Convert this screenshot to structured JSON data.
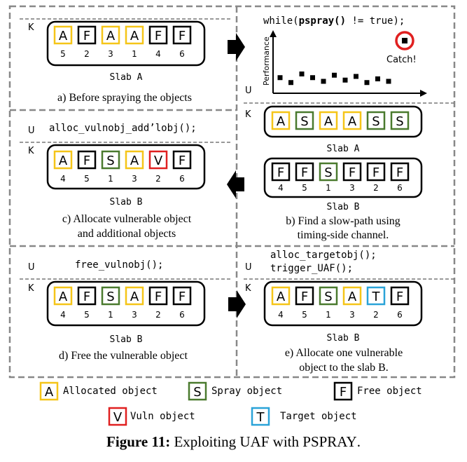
{
  "colors": {
    "allocated": "#f5c518",
    "spray": "#4a7a2e",
    "free": "#000000",
    "vuln": "#e02020",
    "target": "#2aa3d8",
    "dash": "#888888"
  },
  "labels": {
    "kernel": "K",
    "user": "U"
  },
  "panel_a": {
    "slab_label": "Slab A",
    "caption": "a) Before spraying the objects",
    "cells": [
      {
        "letter": "A",
        "kind": "allocated",
        "num": "5"
      },
      {
        "letter": "F",
        "kind": "free",
        "num": "2"
      },
      {
        "letter": "A",
        "kind": "allocated",
        "num": "3"
      },
      {
        "letter": "A",
        "kind": "allocated",
        "num": "1"
      },
      {
        "letter": "F",
        "kind": "free",
        "num": "4"
      },
      {
        "letter": "F",
        "kind": "free",
        "num": "6"
      }
    ]
  },
  "panel_b": {
    "code": "while(pspray() != true);",
    "y_axis_label": "Performance",
    "catch_label": "Catch!",
    "slab_a_label": "Slab A",
    "slab_b_label": "Slab B",
    "caption_line1": "b) Find a slow-path using",
    "caption_line2": "timing-side channel.",
    "scatter_points": [
      {
        "x": 1,
        "y": 0.55
      },
      {
        "x": 2,
        "y": 0.35
      },
      {
        "x": 3,
        "y": 0.7
      },
      {
        "x": 4,
        "y": 0.55
      },
      {
        "x": 5,
        "y": 0.4
      },
      {
        "x": 6,
        "y": 0.65
      },
      {
        "x": 7,
        "y": 0.45
      },
      {
        "x": 8,
        "y": 0.6
      },
      {
        "x": 9,
        "y": 0.35
      },
      {
        "x": 10,
        "y": 0.5
      },
      {
        "x": 11,
        "y": 0.4
      }
    ],
    "slab_a_cells": [
      {
        "letter": "A",
        "kind": "allocated",
        "num": ""
      },
      {
        "letter": "S",
        "kind": "spray",
        "num": ""
      },
      {
        "letter": "A",
        "kind": "allocated",
        "num": ""
      },
      {
        "letter": "A",
        "kind": "allocated",
        "num": ""
      },
      {
        "letter": "S",
        "kind": "spray",
        "num": ""
      },
      {
        "letter": "S",
        "kind": "spray",
        "num": ""
      }
    ],
    "slab_b_cells": [
      {
        "letter": "F",
        "kind": "free",
        "num": "4"
      },
      {
        "letter": "F",
        "kind": "free",
        "num": "5"
      },
      {
        "letter": "S",
        "kind": "spray",
        "num": "1"
      },
      {
        "letter": "F",
        "kind": "free",
        "num": "3"
      },
      {
        "letter": "F",
        "kind": "free",
        "num": "2"
      },
      {
        "letter": "F",
        "kind": "free",
        "num": "6"
      }
    ]
  },
  "panel_c": {
    "code": "alloc_vulnobj_add’lobj();",
    "slab_label": "Slab B",
    "caption_line1": "c) Allocate vulnerable object",
    "caption_line2": "and additional objects",
    "cells": [
      {
        "letter": "A",
        "kind": "allocated",
        "num": "4"
      },
      {
        "letter": "F",
        "kind": "free",
        "num": "5"
      },
      {
        "letter": "S",
        "kind": "spray",
        "num": "1"
      },
      {
        "letter": "A",
        "kind": "allocated",
        "num": "3"
      },
      {
        "letter": "V",
        "kind": "vuln",
        "num": "2"
      },
      {
        "letter": "F",
        "kind": "free",
        "num": "6"
      }
    ]
  },
  "panel_d": {
    "code": "free_vulnobj();",
    "slab_label": "Slab B",
    "caption": "d) Free the vulnerable object",
    "cells": [
      {
        "letter": "A",
        "kind": "allocated",
        "num": "4"
      },
      {
        "letter": "F",
        "kind": "free",
        "num": "5"
      },
      {
        "letter": "S",
        "kind": "spray",
        "num": "1"
      },
      {
        "letter": "A",
        "kind": "allocated",
        "num": "3"
      },
      {
        "letter": "F",
        "kind": "free",
        "num": "2"
      },
      {
        "letter": "F",
        "kind": "free",
        "num": "6"
      }
    ]
  },
  "panel_e": {
    "code_line1": "alloc_targetobj();",
    "code_line2": "trigger_UAF();",
    "slab_label": "Slab B",
    "caption_line1": "e) Allocate one vulnerable",
    "caption_line2": "object to the slab B.",
    "cells": [
      {
        "letter": "A",
        "kind": "allocated",
        "num": "4"
      },
      {
        "letter": "F",
        "kind": "free",
        "num": "5"
      },
      {
        "letter": "S",
        "kind": "spray",
        "num": "1"
      },
      {
        "letter": "A",
        "kind": "allocated",
        "num": "3"
      },
      {
        "letter": "T",
        "kind": "target",
        "num": "2"
      },
      {
        "letter": "F",
        "kind": "free",
        "num": "6"
      }
    ]
  },
  "legend": [
    {
      "letter": "A",
      "kind": "allocated",
      "label": "Allocated object"
    },
    {
      "letter": "S",
      "kind": "spray",
      "label": "Spray object"
    },
    {
      "letter": "F",
      "kind": "free",
      "label": "Free object"
    },
    {
      "letter": "V",
      "kind": "vuln",
      "label": "Vuln object"
    },
    {
      "letter": "T",
      "kind": "target",
      "label": "Target object"
    }
  ],
  "caption": {
    "prefix": "Figure 11:",
    "text_before": "Exploiting UAF with P",
    "text_smallcaps": "SPRAY",
    "text_after": "."
  }
}
